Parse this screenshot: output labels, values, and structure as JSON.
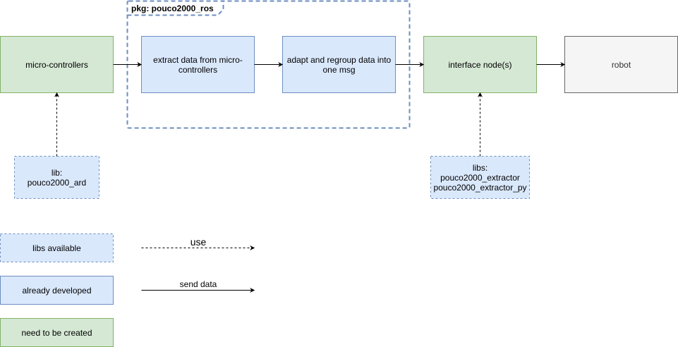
{
  "package": {
    "label": "pkg: pouco2000_ros"
  },
  "nodes": {
    "micro_controllers": "micro-controllers",
    "extract": [
      "extract data from micro-",
      "controllers"
    ],
    "adapt": [
      "adapt and regroup data into",
      "one msg"
    ],
    "interface": "interface node(s)",
    "robot": "robot",
    "lib_ard": [
      "lib:",
      "pouco2000_ard"
    ],
    "libs_extractor": [
      "libs:",
      "pouco2000_extractor",
      "pouco2000_extractor_py"
    ]
  },
  "legend": {
    "libs_available": "libs available",
    "already_developed": "already developed",
    "need_to_be_created": "need to be created",
    "use": "use",
    "send_data": "send data"
  },
  "colors": {
    "green_fill": "#d5e8d4",
    "green_stroke": "#82b366",
    "blue_fill": "#dae8fc",
    "blue_stroke": "#6c8ebf",
    "grey_fill": "#f5f5f5",
    "grey_stroke": "#666666",
    "robot_text": "#333333"
  }
}
